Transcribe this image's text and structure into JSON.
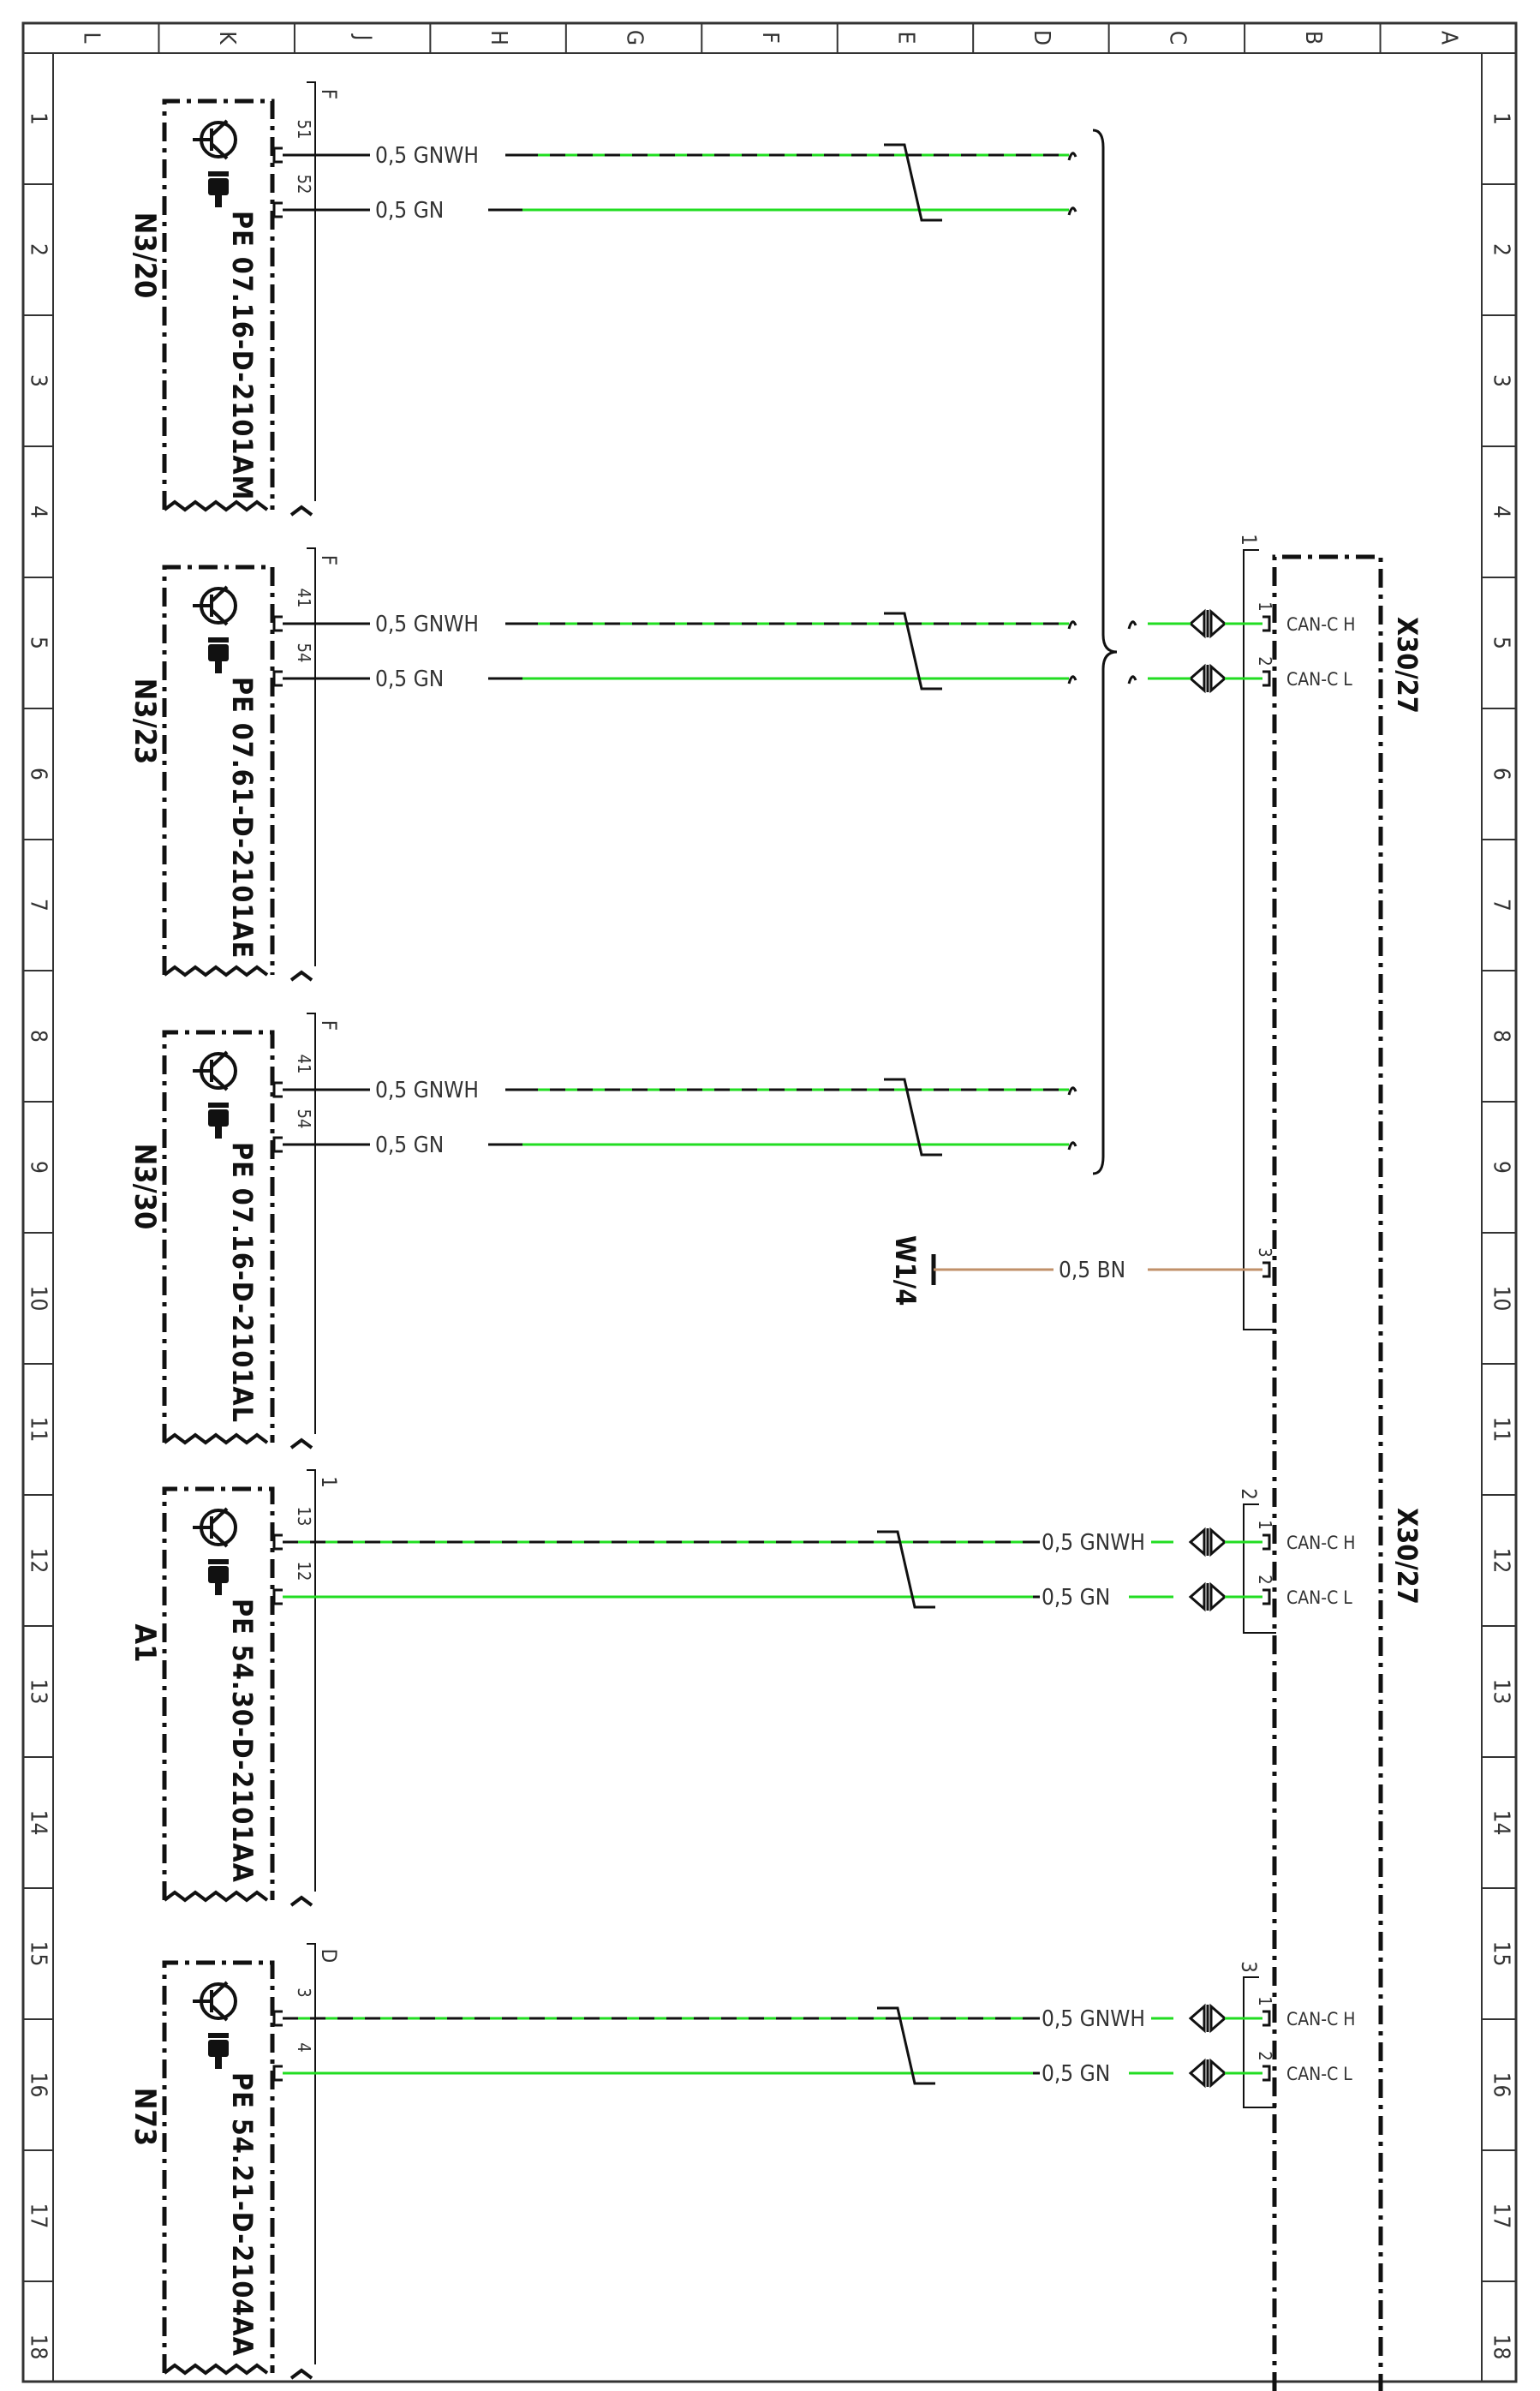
{
  "frame": {
    "column_letters": [
      "L",
      "K",
      "J",
      "H",
      "G",
      "F",
      "E",
      "D",
      "C",
      "B",
      "A"
    ],
    "row_numbers": [
      "1",
      "2",
      "3",
      "4",
      "5",
      "6",
      "7",
      "8",
      "9",
      "10",
      "11",
      "12",
      "13",
      "14",
      "15",
      "16",
      "17",
      "18"
    ]
  },
  "colors": {
    "green": "#22dd22",
    "black": "#111111",
    "brown": "#c0906a",
    "frame": "#333333"
  },
  "components": [
    {
      "id": "N3/20",
      "code": "PE 07.16-D-2101AM",
      "config": "F",
      "pins": [
        "51",
        "52"
      ],
      "wires": [
        {
          "label": "0,5 GNWH",
          "color": "GNWH"
        },
        {
          "label": "0,5 GN",
          "color": "GN"
        }
      ]
    },
    {
      "id": "N3/23",
      "code": "PE 07.61-D-2101AE",
      "config": "F",
      "pins": [
        "41",
        "54"
      ],
      "wires": [
        {
          "label": "0,5 GNWH",
          "color": "GNWH"
        },
        {
          "label": "0,5 GN",
          "color": "GN"
        }
      ]
    },
    {
      "id": "N3/30",
      "code": "PE 07.16-D-2101AL",
      "config": "F",
      "pins": [
        "41",
        "54"
      ],
      "wires": [
        {
          "label": "0,5 GNWH",
          "color": "GNWH"
        },
        {
          "label": "0,5 GN",
          "color": "GN"
        }
      ]
    },
    {
      "id": "A1",
      "code": "PE 54.30-D-2101AA",
      "config": "1",
      "pins": [
        "13",
        "12"
      ],
      "wires": [
        {
          "label": "0,5 GNWH",
          "color": "GNWH"
        },
        {
          "label": "0,5 GN",
          "color": "GN"
        }
      ]
    },
    {
      "id": "N73",
      "code": "PE 54.21-D-2104AA",
      "config": "D",
      "pins": [
        "3",
        "4"
      ],
      "wires": [
        {
          "label": "0,5 GNWH",
          "color": "GNWH"
        },
        {
          "label": "0,5 GN",
          "color": "GN"
        }
      ]
    }
  ],
  "connector": {
    "name": "X30/27",
    "group1": {
      "number": "1",
      "pins": [
        {
          "pin": "1",
          "signal": "CAN-C H"
        },
        {
          "pin": "2",
          "signal": "CAN-C L"
        },
        {
          "pin": "3",
          "signal": ""
        }
      ]
    },
    "group2": {
      "number": "2",
      "pins": [
        {
          "pin": "1",
          "signal": "CAN-C H"
        },
        {
          "pin": "2",
          "signal": "CAN-C L"
        }
      ]
    },
    "group3": {
      "number": "3",
      "pins": [
        {
          "pin": "1",
          "signal": "CAN-C H"
        },
        {
          "pin": "2",
          "signal": "CAN-C L"
        }
      ]
    }
  },
  "ground": {
    "id": "W1/4",
    "wire_label": "0,5 BN",
    "color": "BN"
  }
}
